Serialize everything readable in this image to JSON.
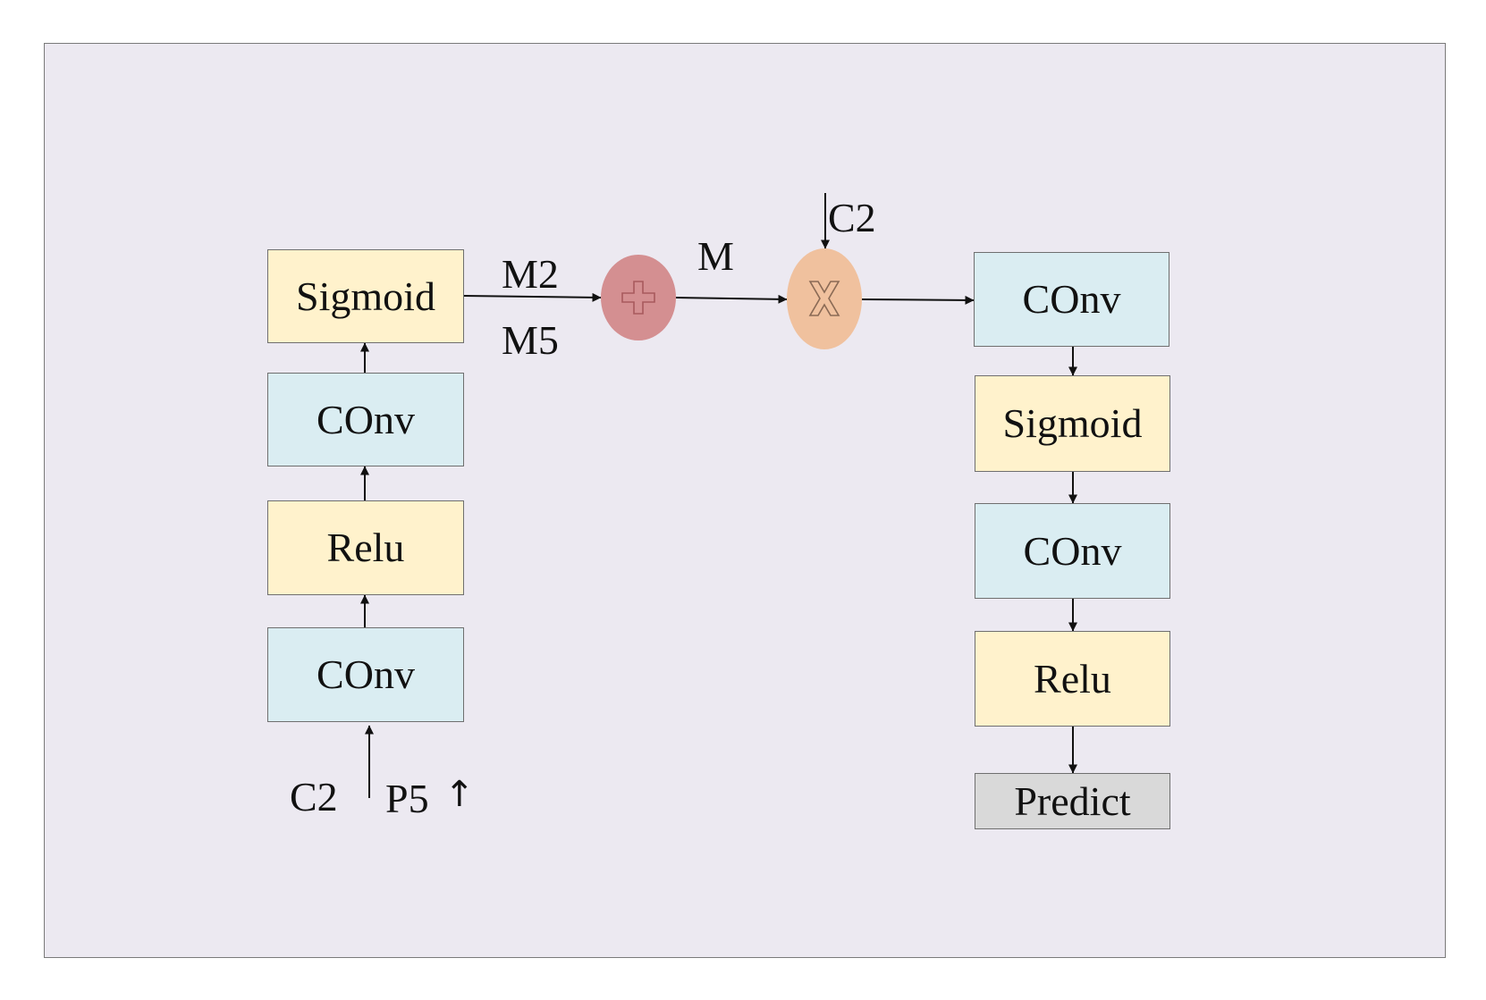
{
  "colors": {
    "canvas": "#ece9f1",
    "conv": "#daedf2",
    "activation": "#fff2cc",
    "predict": "#d9d9d9",
    "add_node": "#d48f91",
    "multiply_node": "#f0c19e",
    "edge": "#111111"
  },
  "left_branch": {
    "sigmoid": "Sigmoid",
    "conv_upper": "COnv",
    "relu": "Relu",
    "conv_lower": "COnv",
    "input_c2": "C2",
    "input_p5": "P5",
    "input_p5_arrow": "↑"
  },
  "middle": {
    "label_m2": "M2",
    "label_m5": "M5",
    "add_icon": "plus-icon",
    "label_m": "M",
    "multiply_icon": "times-icon",
    "label_c2": "C2"
  },
  "right_branch": {
    "conv_upper": "COnv",
    "sigmoid": "Sigmoid",
    "conv_lower": "COnv",
    "relu": "Relu",
    "predict": "Predict"
  }
}
